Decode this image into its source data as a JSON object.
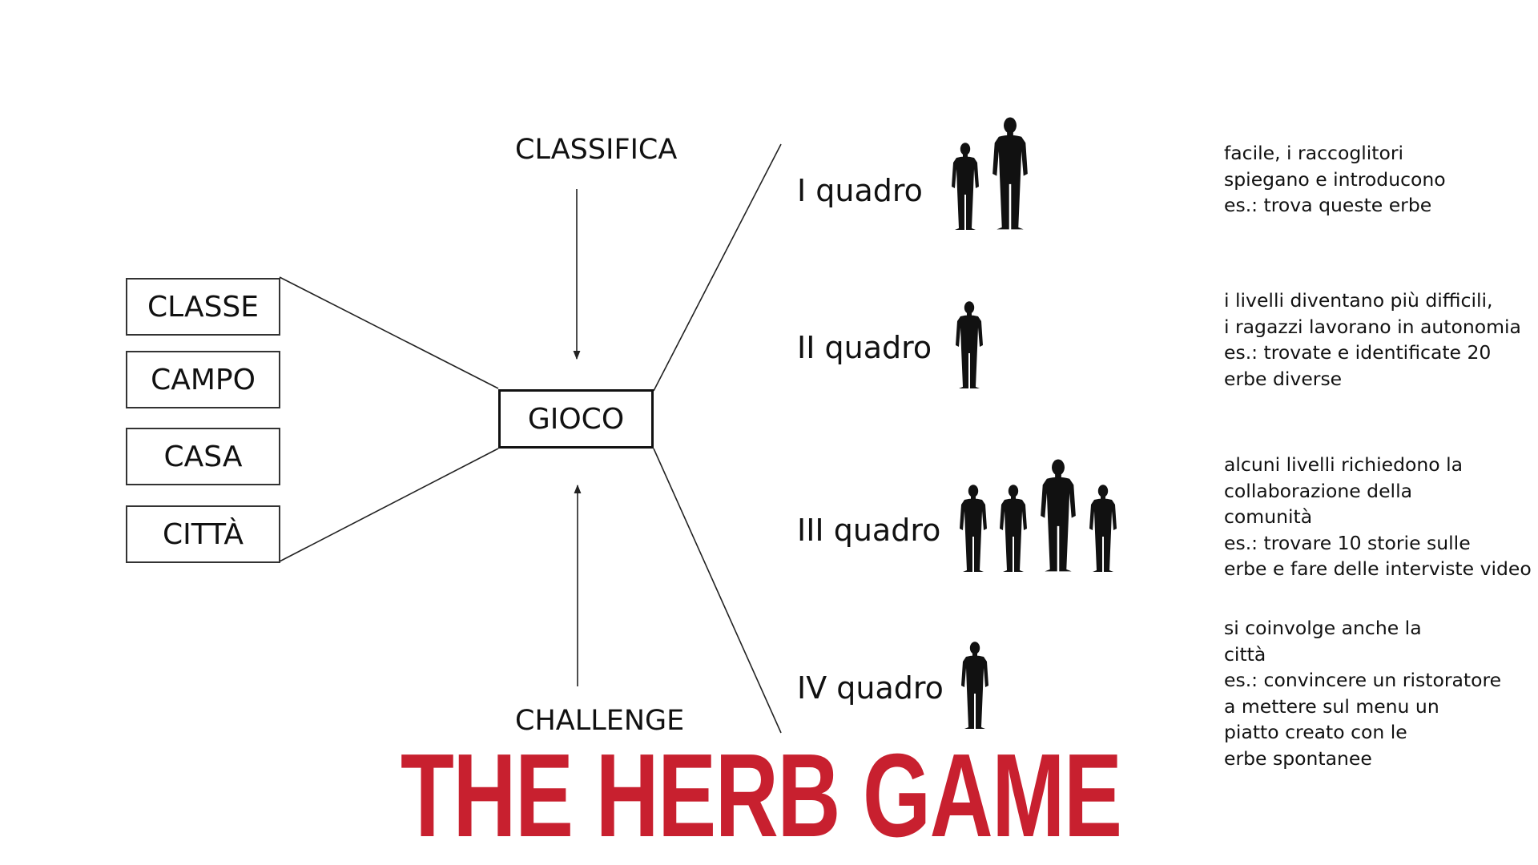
{
  "diagram": {
    "top_label": "CLASSIFICA",
    "bottom_label": "CHALLENGE",
    "center_box": "GIOCO",
    "places": [
      "CLASSE",
      "CAMPO",
      "CASA",
      "CITTÀ"
    ],
    "levels": [
      {
        "label": "I quadro",
        "people": 2,
        "description": [
          "facile, i raccoglitori",
          "spiegano e introducono",
          "es.: trova queste erbe"
        ]
      },
      {
        "label": "II quadro",
        "people": 1,
        "description": [
          "i livelli diventano più difficili,",
          "i ragazzi lavorano in autonomia",
          "es.: trovate e identificate 20",
          "erbe diverse"
        ]
      },
      {
        "label": "III quadro",
        "people": 4,
        "description": [
          "alcuni livelli richiedono la",
          "collaborazione della",
          "comunità",
          "es.: trovare 10 storie sulle",
          "erbe e fare delle interviste video"
        ]
      },
      {
        "label": "IV quadro",
        "people": 1,
        "description": [
          "si coinvolge anche la",
          "città",
          "es.: convincere un ristoratore",
          "a mettere sul menu un",
          "piatto creato con le",
          "erbe spontanee"
        ]
      }
    ]
  },
  "title": "THE HERB GAME",
  "colors": {
    "title": "#c8202f",
    "silhouette": "#111111",
    "line": "#222222"
  },
  "icons": {
    "person": "person-silhouette-icon"
  }
}
